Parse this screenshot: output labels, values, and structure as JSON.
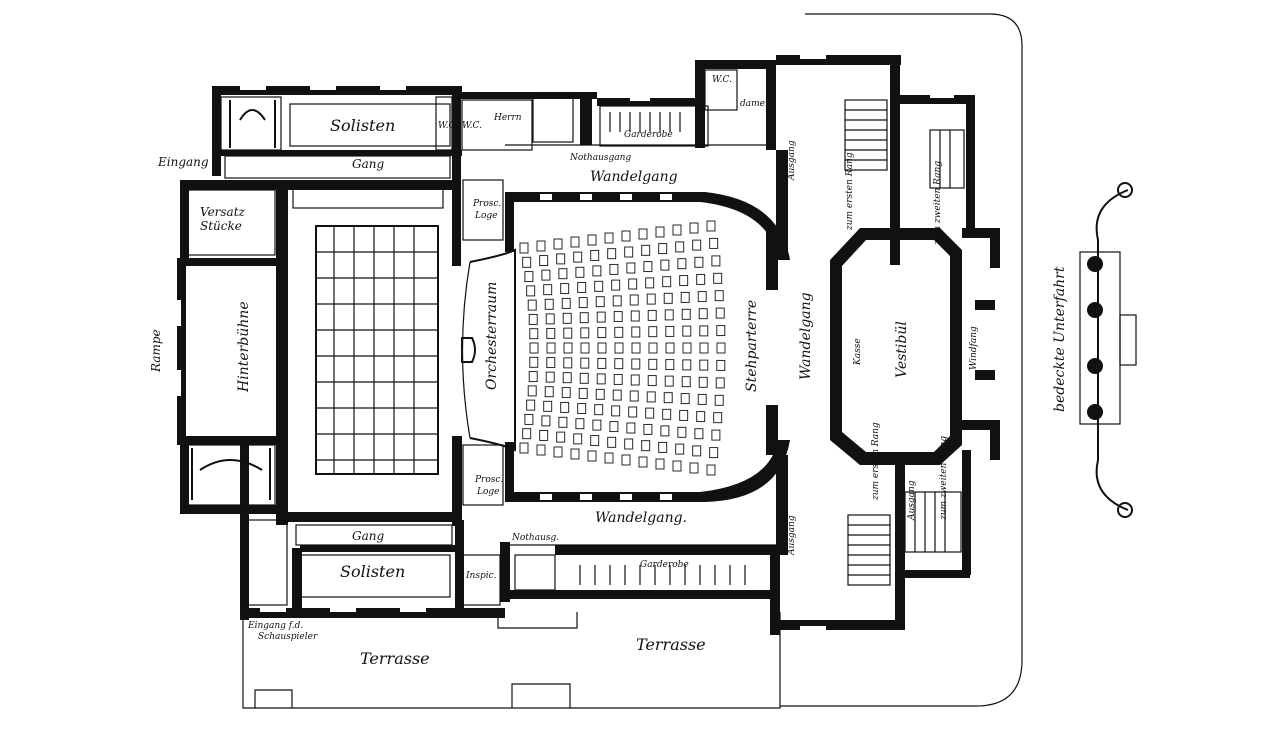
{
  "labels": {
    "eingang": "Eingang",
    "solisten_top": "Solisten",
    "gang_top": "Gang",
    "wc1": "W.C.",
    "wc2": "W.C.",
    "herrn": "Herrn",
    "garderobe_top": "Garderobe",
    "wc_top": "W.C.",
    "damen": "damen",
    "nothausgang": "Nothausgang",
    "wandelgang_top": "Wandelgang",
    "ausgang_top": "Ausgang",
    "zum_ersten_rang_top": "zum ersten Rang",
    "zum_zweiten_rang_top": "zum zweiten Rang",
    "versatz1": "Versatz",
    "versatz2": "Stücke",
    "prosc_loge_top_1": "Prosc.",
    "prosc_loge_top_2": "Loge",
    "rampe": "Rampe",
    "hinterbuhne": "Hinterbühne",
    "orchesterraum": "Orchesterraum",
    "stehparterre": "Stehparterre",
    "wandelgang_right": "Wandelgang",
    "kasse": "Kasse",
    "vestibul": "Vestibül",
    "windfang": "Windfang",
    "bedeckte_unterfahrt": "bedeckte Unterfahrt",
    "prosc_loge_bot_1": "Prosc.",
    "prosc_loge_bot_2": "Loge",
    "wandelgang_bottom": "Wandelgang.",
    "nothausg": "Nothausg.",
    "gang_bottom": "Gang",
    "solisten_bottom": "Solisten",
    "inspic": "Inspic.",
    "garderobe_bottom": "Garderobe",
    "ausgang_bottom_left": "Ausgang",
    "zum_ersten_rang_bottom": "zum ersten Rang",
    "ausgang_bottom_right": "Ausgang",
    "zum_zweiten_rang_bottom": "zum zweiten Rang",
    "eingang_schauspieler_1": "Eingang f.d.",
    "eingang_schauspieler_2": "Schauspieler",
    "terrasse_left": "Terrasse",
    "terrasse_right": "Terrasse"
  },
  "colors": {
    "ink": "#111111",
    "paper": "#ffffff"
  }
}
